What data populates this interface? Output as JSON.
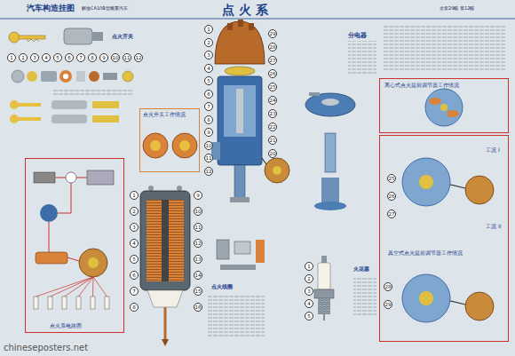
{
  "diagram": {
    "title": "点 火 系",
    "nodes": [
      {
        "text": [
          "点火开关工作情况"
        ]
      },
      {
        "text": [
          "点火系电路图"
        ]
      },
      {
        "text": [
          "离心式点火提前调节器工作情况"
        ]
      },
      {
        "text": [
          "真空式点火提前调节器工作情况",
          "工况 I",
          "工况 II"
        ]
      }
    ],
    "labels": [
      "汽车构造挂图",
      "解放CA10B型载重汽车",
      "全套29幅 第12幅",
      "chineseposters.net",
      "点火开关",
      "分电器",
      "点火线圈",
      "火花塞",
      "1",
      "2",
      "3",
      "4",
      "5",
      "6",
      "7",
      "8",
      "9",
      "10",
      "11",
      "12",
      "1",
      "2",
      "3",
      "4",
      "5",
      "6",
      "7",
      "8",
      "9",
      "10",
      "11",
      "12",
      "29",
      "28",
      "27",
      "26",
      "25",
      "24",
      "23",
      "22",
      "21",
      "20",
      "1",
      "2",
      "3",
      "4",
      "5",
      "6",
      "7",
      "8",
      "9",
      "10",
      "11",
      "12",
      "13",
      "14",
      "15",
      "16",
      "1",
      "2",
      "3",
      "4",
      "5",
      "25",
      "26",
      "27",
      "28",
      "29"
    ]
  }
}
